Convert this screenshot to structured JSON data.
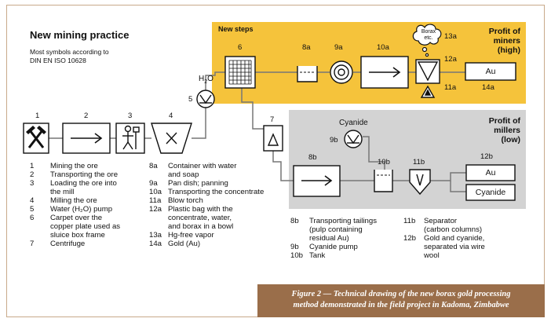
{
  "figure_title": "New mining practice",
  "subtitle_lines": [
    "Most symbols according to",
    "DIN EN ISO 10628"
  ],
  "zones": {
    "new_steps": "New steps",
    "miners_profit": [
      "Profit of",
      "miners",
      "(high)"
    ],
    "millers_profit": [
      "Profit of",
      "millers",
      "(low)"
    ]
  },
  "step_numbers": [
    "1",
    "2",
    "3",
    "4",
    "5",
    "6",
    "7",
    "8a",
    "9a",
    "10a",
    "13a",
    "12a",
    "11a",
    "14a",
    "9b",
    "8b",
    "10b",
    "11b",
    "12b"
  ],
  "labels": {
    "h2o": "H",
    "h2o_sub": "2",
    "h2o_o": "O",
    "cyanide": "Cyanide",
    "borax_bubble": [
      "Borax",
      "etc."
    ],
    "au_top": "Au",
    "au_bottom": "Au",
    "cyanide_box": "Cyanide"
  },
  "legend_col1": [
    {
      "n": "1",
      "lines": [
        "Mining the ore"
      ]
    },
    {
      "n": "2",
      "lines": [
        "Transporting the ore"
      ]
    },
    {
      "n": "3",
      "lines": [
        "Loading the ore into",
        "the mill"
      ]
    },
    {
      "n": "4",
      "lines": [
        "Milling the ore"
      ]
    },
    {
      "n": "5",
      "lines": [
        "Water (H₂O) pump"
      ]
    },
    {
      "n": "6",
      "lines": [
        "Carpet over the",
        "copper plate used as",
        "sluice box frame"
      ]
    },
    {
      "n": "7",
      "lines": [
        "Centrifuge"
      ]
    }
  ],
  "legend_col2": [
    {
      "n": "8a",
      "lines": [
        "Container with water",
        "and soap"
      ]
    },
    {
      "n": "9a",
      "lines": [
        "Pan dish; panning"
      ]
    },
    {
      "n": "10a",
      "lines": [
        "Transporting the concentrate"
      ]
    },
    {
      "n": "11a",
      "lines": [
        "Blow torch"
      ]
    },
    {
      "n": "12a",
      "lines": [
        "Plastic bag with the",
        "concentrate, water,",
        "and borax in a bowl"
      ]
    },
    {
      "n": "13a",
      "lines": [
        "Hg-free vapor"
      ]
    },
    {
      "n": "14a",
      "lines": [
        "Gold (Au)"
      ]
    }
  ],
  "legend_col3": [
    {
      "n": "8b",
      "lines": [
        "Transporting tailings",
        "(pulp containing",
        "residual Au)"
      ]
    },
    {
      "n": "9b",
      "lines": [
        "Cyanide pump"
      ]
    },
    {
      "n": "10b",
      "lines": [
        "Tank"
      ]
    }
  ],
  "legend_col4": [
    {
      "n": "11b",
      "lines": [
        "Separator",
        "(carbon columns)"
      ]
    },
    {
      "n": "12b",
      "lines": [
        "Gold and cyanide,",
        "separated via wire",
        "wool"
      ]
    }
  ],
  "caption_lines": [
    "Figure 2 — Technical drawing of the new borax gold processing",
    "method demonstrated in the field project in Kadoma, Zimbabwe"
  ],
  "colors": {
    "yellow_zone": "#f5c33b",
    "grey_zone": "#d3d3d3",
    "caption_bg": "#9a6e4a",
    "frame": "#c8a98a"
  }
}
